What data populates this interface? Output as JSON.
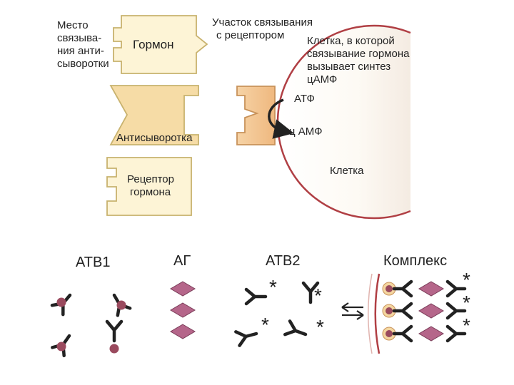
{
  "top_panel": {
    "antiserum_site_label": [
      "Место",
      "связыва-",
      "ния анти-",
      "сыворотки"
    ],
    "hormone_label": "Гормон",
    "receptor_binding_site_label": [
      "Участок связывания",
      "с рецептором"
    ],
    "cell_description_label": [
      "Клетка, в которой",
      "связывание гормона",
      "вызывает синтез",
      "цАМФ"
    ],
    "atp_label": "АТФ",
    "camp_label": "ц АМФ",
    "antiserum_label": "Антисыворотка",
    "receptor_label": [
      "Рецептор",
      "гормона"
    ],
    "cell_label": "Клетка"
  },
  "bottom_panel": {
    "atb1_label": "АТВ1",
    "ag_label": "АГ",
    "atb2_label": "АТВ2",
    "complex_label": "Комплекс",
    "asterisk": "*"
  },
  "colors": {
    "block_fill": "#fdf4d6",
    "block_stroke": "#c8b26e",
    "antiserum_fill": "#f6dca6",
    "receptor_fill": "#f3c795",
    "cell_stroke": "#b03f44",
    "antigen_fill": "#b5668a",
    "antibody_stroke": "#222222",
    "bead_fill": "#9a4a5e"
  }
}
